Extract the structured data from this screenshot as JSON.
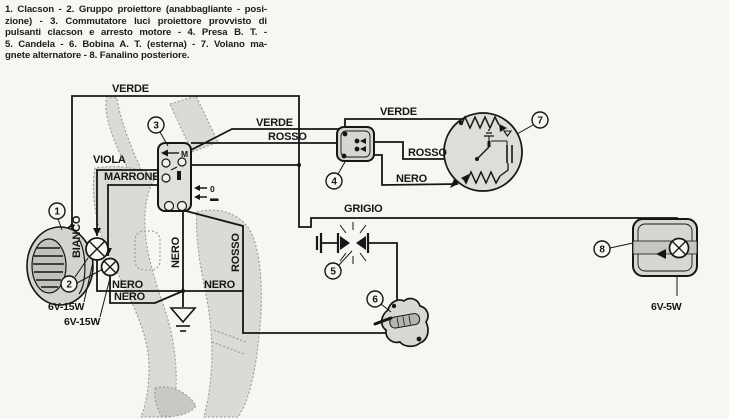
{
  "legend": {
    "lines": [
      "1. Clacson - 2. Gruppo proiettore (anabbagliante - posi-",
      "zione) - 3. Commutatore luci proiettore provvisto di",
      "pulsanti clacson e arresto motore - 4. Presa B. T. -",
      "5. Candela - 6. Bobina A. T. (esterna) - 7. Volano ma-",
      "gnete alternatore - 8. Fanalino posteriore."
    ]
  },
  "callouts": [
    {
      "n": "1",
      "label": "Clacson"
    },
    {
      "n": "2",
      "label": "Gruppo proiettore (anabbagliante - posizione)"
    },
    {
      "n": "3",
      "label": "Commutatore luci proiettore provvisto di pulsanti clacson e arresto motore"
    },
    {
      "n": "4",
      "label": "Presa B. T."
    },
    {
      "n": "5",
      "label": "Candela"
    },
    {
      "n": "6",
      "label": "Bobina A. T. (esterna)"
    },
    {
      "n": "7",
      "label": "Volano magnete alternatore"
    },
    {
      "n": "8",
      "label": "Fanalino posteriore"
    }
  ],
  "wire_labels": {
    "verde_top": "VERDE",
    "verde_mid": "VERDE",
    "verde_flywheel": "VERDE",
    "rosso_mid": "ROSSO",
    "rosso_flywheel": "ROSSO",
    "rosso_vertical": "ROSSO",
    "nero_vertical": "NERO",
    "nero_headlamp_1": "NERO",
    "nero_headlamp_2": "NERO",
    "nero_frame": "NERO",
    "nero_flywheel": "NERO",
    "grigio": "GRIGIO",
    "viola": "VIOLA",
    "marrone": "MARRONE",
    "bianco": "BIANCO"
  },
  "ratings": {
    "headlamp_main": "6V-15W",
    "headlamp_pilot": "6V-15W",
    "tail": "6V-5W"
  },
  "switch": {
    "kill": "M",
    "pos_off": "0",
    "pos_on": "▬"
  },
  "colors": {
    "ink": "#161616",
    "paper": "#f7f6f2",
    "body_fill": "#dbdad4",
    "body_edge": "#9a9a92",
    "shade": "#b5b4ae"
  }
}
